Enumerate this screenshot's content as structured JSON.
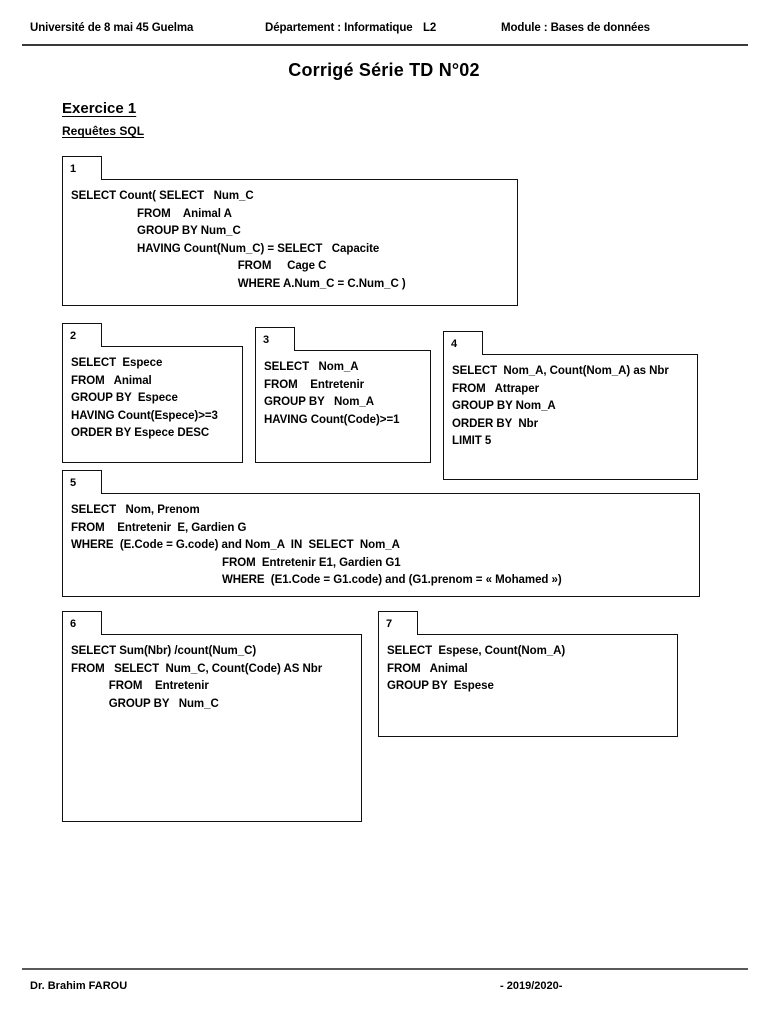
{
  "header": {
    "university": "Université de 8 mai 45 Guelma",
    "department": "Département : Informatique",
    "level": "L2",
    "module": "Module : Bases de données"
  },
  "title": "Corrigé Série TD N°02",
  "exercise": {
    "heading": "Exercice 1",
    "subheading": "Requêtes SQL"
  },
  "queries": [
    {
      "number": "1",
      "lines": [
        "SELECT Count( SELECT   Num_C",
        "                     FROM    Animal A",
        "                     GROUP BY Num_C",
        "                     HAVING Count(Num_C) = SELECT   Capacite",
        "                                                     FROM     Cage C",
        "                                                     WHERE A.Num_C = C.Num_C )"
      ]
    },
    {
      "number": "2",
      "lines": [
        "SELECT  Espece",
        "FROM   Animal",
        "GROUP BY  Espece",
        "HAVING Count(Espece)>=3",
        "ORDER BY Espece DESC"
      ]
    },
    {
      "number": "3",
      "lines": [
        "SELECT   Nom_A",
        "FROM    Entretenir",
        "GROUP BY   Nom_A",
        "HAVING Count(Code)>=1"
      ]
    },
    {
      "number": "4",
      "lines": [
        "SELECT  Nom_A, Count(Nom_A) as Nbr",
        "FROM   Attraper",
        "GROUP BY Nom_A",
        "ORDER BY  Nbr",
        "LIMIT 5"
      ]
    },
    {
      "number": "5",
      "lines": [
        "SELECT   Nom, Prenom",
        "FROM    Entretenir  E, Gardien G",
        "WHERE  (E.Code = G.code) and Nom_A  IN  SELECT  Nom_A",
        "                                                FROM  Entretenir E1, Gardien G1",
        "                                                WHERE  (E1.Code = G1.code) and (G1.prenom = « Mohamed »)"
      ]
    },
    {
      "number": "6",
      "lines": [
        "SELECT Sum(Nbr) /count(Num_C)",
        "FROM   SELECT  Num_C, Count(Code) AS Nbr",
        "            FROM    Entretenir",
        "            GROUP BY   Num_C"
      ]
    },
    {
      "number": "7",
      "lines": [
        "SELECT  Espese, Count(Nom_A)",
        "FROM   Animal",
        "GROUP BY  Espese"
      ]
    }
  ],
  "footer": {
    "author": "Dr. Brahim FAROU",
    "year": "- 2019/2020-"
  }
}
